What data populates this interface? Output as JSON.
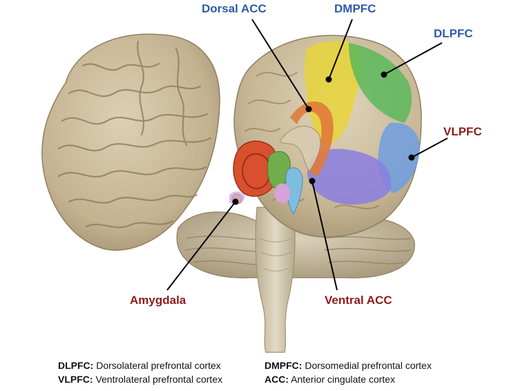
{
  "labels": {
    "dorsal_acc": "Dorsal ACC",
    "dmpfc": "DMPFC",
    "dlpfc": "DLPFC",
    "vlpfc": "VLPFC",
    "amygdala": "Amygdala",
    "ventral_acc": "Ventral ACC"
  },
  "legend": [
    {
      "abbr": "DLPFC:",
      "desc": " Dorsolateral prefrontal cortex"
    },
    {
      "abbr": "VLPFC:",
      "desc": " Ventrolateral prefrontal cortex"
    },
    {
      "abbr": "DMPFC:",
      "desc": " Dorsomedial prefrontal cortex"
    },
    {
      "abbr": "ACC:",
      "desc": " Anterior cingulate cortex"
    }
  ],
  "colors": {
    "brain_tissue": "#c8b89a",
    "brainstem": "#d6cdb5",
    "dmpfc_region": "#e6d33a",
    "dlpfc_region": "#5cb85c",
    "vlpfc_region": "#6f9de0",
    "ventral_acc_region": "#8a7ee0",
    "dorsal_acc_region": "#e07a3a",
    "hippocampus_red": "#d8502e",
    "label_blue": "#2f5aa8",
    "label_red": "#8e1b1b"
  }
}
